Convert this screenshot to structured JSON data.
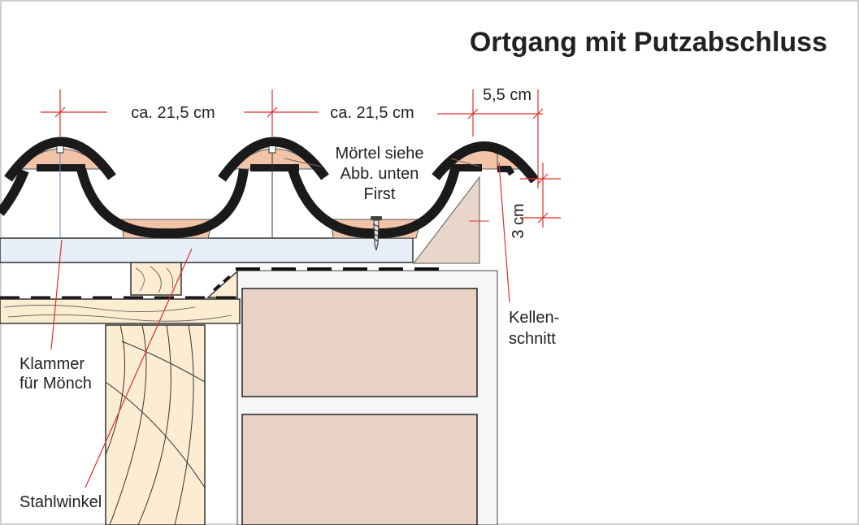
{
  "title": "Ortgang mit Putzabschluss",
  "dimensions": {
    "spacing_1": "ca. 21,5 cm",
    "spacing_2": "ca. 21,5 cm",
    "overhang": "5,5 cm",
    "height": "3 cm"
  },
  "labels": {
    "mortar_line1": "Mörtel siehe",
    "mortar_line2": "Abb. unten",
    "mortar_line3": "First",
    "kellen_line1": "Kellen-",
    "kellen_line2": "schnitt",
    "klammer_line1": "Klammer",
    "klammer_line2": "für Mönch",
    "stahlwinkel": "Stahlwinkel"
  },
  "colors": {
    "frame": "#cfcfcf",
    "tile": "#1a1a1a",
    "mortar": "#f2c3a6",
    "brick": "#e7d2c5",
    "wood": "#fbecd2",
    "batten": "#e6eef7",
    "dimension": "#e0302a"
  }
}
